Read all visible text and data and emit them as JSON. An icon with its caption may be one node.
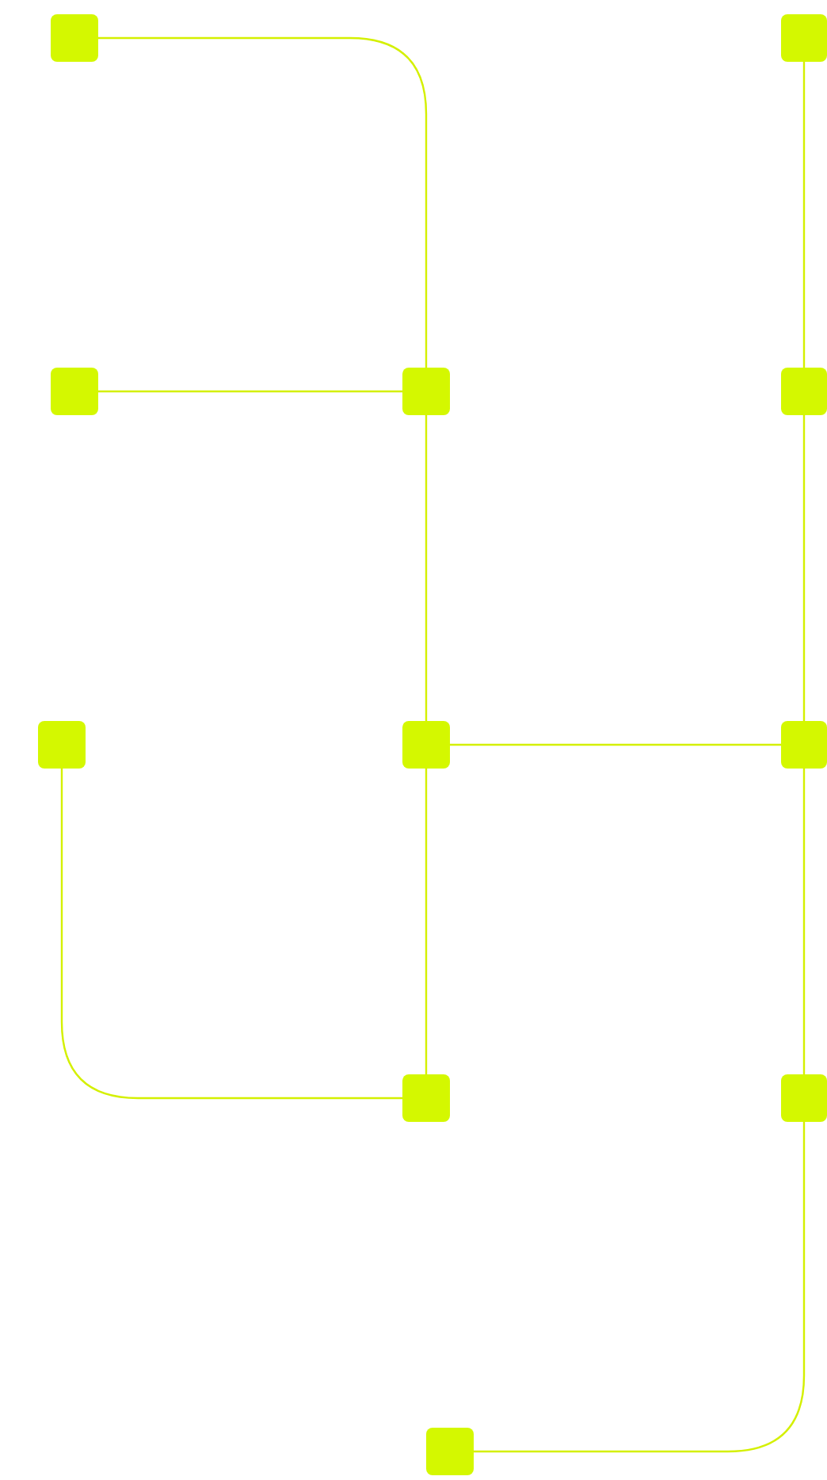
{
  "diagram": {
    "nodes": [
      {
        "text": [],
        "shape": "box"
      },
      {
        "text": [],
        "shape": "box"
      },
      {
        "text": [],
        "shape": "box"
      },
      {
        "text": [],
        "shape": "box"
      },
      {
        "text": [],
        "shape": "box"
      },
      {
        "text": [],
        "shape": "box"
      },
      {
        "text": [],
        "shape": "box"
      },
      {
        "text": [],
        "shape": "box"
      },
      {
        "text": [],
        "shape": "box"
      },
      {
        "text": [],
        "shape": "box"
      },
      {
        "text": [],
        "shape": "box"
      }
    ],
    "edges": [
      {
        "from": 0,
        "to": 3,
        "arrow": "none"
      },
      {
        "from": 1,
        "to": 4,
        "arrow": "none"
      },
      {
        "from": 2,
        "to": 3,
        "arrow": "none"
      },
      {
        "from": 3,
        "to": 6,
        "arrow": "none"
      },
      {
        "from": 4,
        "to": 7,
        "arrow": "none"
      },
      {
        "from": 6,
        "to": 7,
        "arrow": "none"
      },
      {
        "from": 5,
        "to": 8,
        "arrow": "none"
      },
      {
        "from": 6,
        "to": 8,
        "arrow": "none"
      },
      {
        "from": 7,
        "to": 9,
        "arrow": "none"
      },
      {
        "from": 9,
        "to": 10,
        "arrow": "none"
      }
    ]
  }
}
